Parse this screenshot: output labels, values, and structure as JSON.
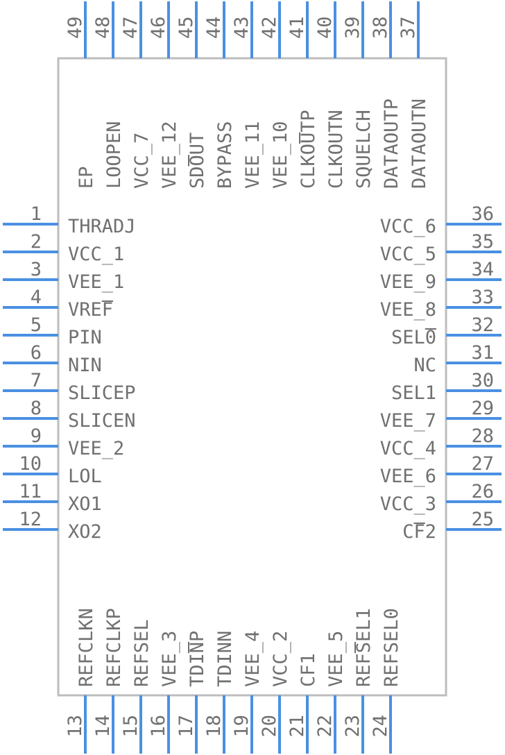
{
  "left_pins": [
    {
      "num": "1",
      "name": "THRADJ"
    },
    {
      "num": "2",
      "name": "VCC_1"
    },
    {
      "num": "3",
      "name": "VEE_1"
    },
    {
      "num": "4",
      "name": "VREF",
      "overbar": [
        3,
        4
      ]
    },
    {
      "num": "5",
      "name": "PIN"
    },
    {
      "num": "6",
      "name": "NIN"
    },
    {
      "num": "7",
      "name": "SLICEP"
    },
    {
      "num": "8",
      "name": "SLICEN"
    },
    {
      "num": "9",
      "name": "VEE_2"
    },
    {
      "num": "10",
      "name": "LOL"
    },
    {
      "num": "11",
      "name": "XO1"
    },
    {
      "num": "12",
      "name": "XO2"
    }
  ],
  "bottom_pins": [
    {
      "num": "13",
      "name": "REFCLKN"
    },
    {
      "num": "14",
      "name": "REFCLKP"
    },
    {
      "num": "15",
      "name": "REFSEL"
    },
    {
      "num": "16",
      "name": "VEE_3"
    },
    {
      "num": "17",
      "name": "TDINP",
      "overbar": [
        3,
        4
      ]
    },
    {
      "num": "18",
      "name": "TDINN"
    },
    {
      "num": "19",
      "name": "VEE_4"
    },
    {
      "num": "20",
      "name": "VCC_2"
    },
    {
      "num": "21",
      "name": "CF1"
    },
    {
      "num": "22",
      "name": "VEE_5"
    },
    {
      "num": "23",
      "name": "REFSEL1",
      "overbar": [
        3,
        4
      ]
    },
    {
      "num": "24",
      "name": "REFSEL0"
    }
  ],
  "right_pins": [
    {
      "num": "25",
      "name": "CF2",
      "overbar": [
        1,
        2
      ]
    },
    {
      "num": "26",
      "name": "VCC_3"
    },
    {
      "num": "27",
      "name": "VEE_6"
    },
    {
      "num": "28",
      "name": "VCC_4"
    },
    {
      "num": "29",
      "name": "VEE_7"
    },
    {
      "num": "30",
      "name": "SEL1"
    },
    {
      "num": "31",
      "name": "NC"
    },
    {
      "num": "32",
      "name": "SEL0",
      "overbar": [
        3,
        4
      ]
    },
    {
      "num": "33",
      "name": "VEE_8"
    },
    {
      "num": "34",
      "name": "VEE_9"
    },
    {
      "num": "35",
      "name": "VCC_5"
    },
    {
      "num": "36",
      "name": "VCC_6"
    }
  ],
  "top_pins": [
    {
      "num": "37",
      "name": "DATAOUTN"
    },
    {
      "num": "38",
      "name": "DATAOUTP"
    },
    {
      "num": "39",
      "name": "SQUELCH"
    },
    {
      "num": "40",
      "name": "CLKOUTN"
    },
    {
      "num": "41",
      "name": "CLKOUTP",
      "overbar": [
        4,
        5
      ]
    },
    {
      "num": "42",
      "name": "VEE_10"
    },
    {
      "num": "43",
      "name": "VEE_11"
    },
    {
      "num": "44",
      "name": "BYPASS"
    },
    {
      "num": "45",
      "name": "SDOUT",
      "overbar": [
        2,
        3
      ]
    },
    {
      "num": "46",
      "name": "VEE_12"
    },
    {
      "num": "47",
      "name": "VCC_7"
    },
    {
      "num": "48",
      "name": "LOOPEN"
    },
    {
      "num": "49",
      "name": "EP"
    }
  ]
}
